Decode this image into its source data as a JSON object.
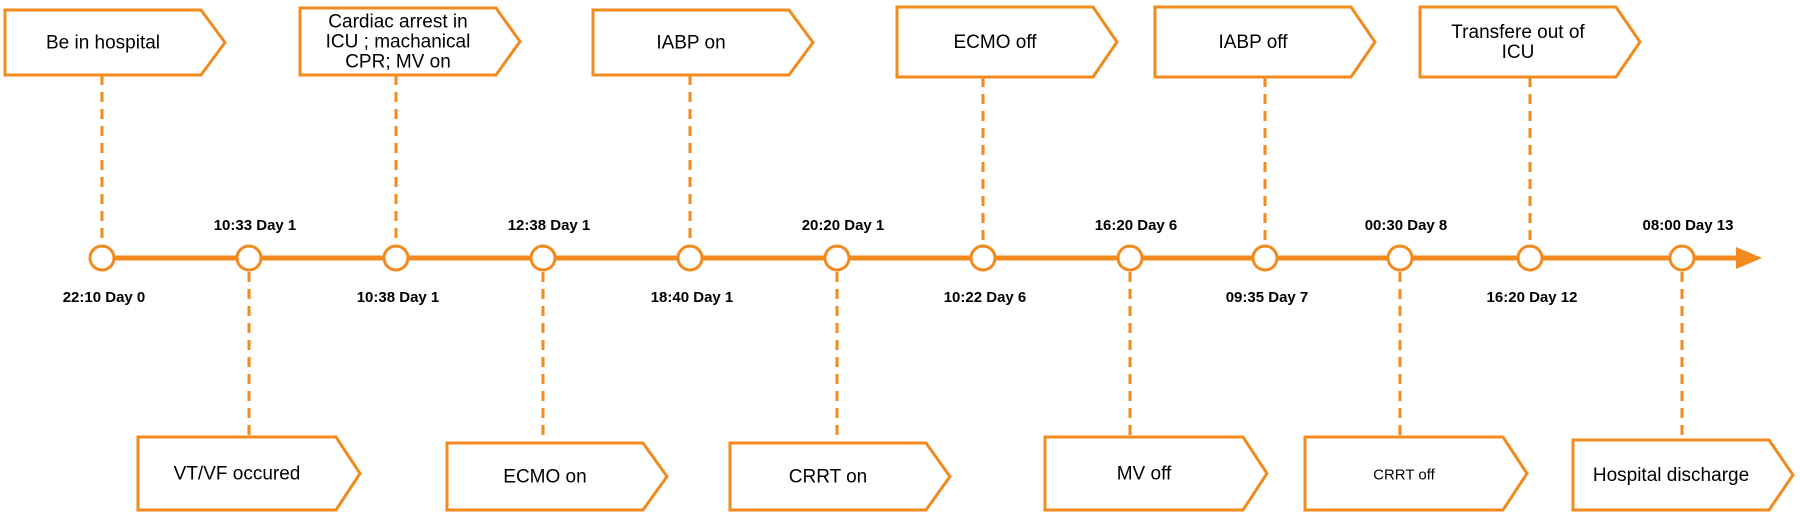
{
  "colors": {
    "accent": "#f28a1e",
    "text": "#000000",
    "background": "#ffffff"
  },
  "events": [
    {
      "time": "22:10 Day 0",
      "label": [
        "Be in hospital"
      ]
    },
    {
      "time": "10:33 Day 1",
      "label": [
        "VT/VF occured"
      ]
    },
    {
      "time": "10:38 Day 1",
      "label": [
        "Cardiac arrest in",
        "ICU ; machanical",
        "CPR; MV on"
      ]
    },
    {
      "time": "12:38 Day 1",
      "label": [
        "ECMO on"
      ]
    },
    {
      "time": "18:40 Day 1",
      "label": [
        "IABP on"
      ]
    },
    {
      "time": "20:20 Day 1",
      "label": [
        "CRRT on"
      ]
    },
    {
      "time": "10:22 Day 6",
      "label": [
        "ECMO off"
      ]
    },
    {
      "time": "16:20 Day 6",
      "label": [
        "MV off"
      ]
    },
    {
      "time": "09:35 Day 7",
      "label": [
        "IABP off"
      ]
    },
    {
      "time": "00:30 Day 8",
      "label": [
        "CRRT off"
      ]
    },
    {
      "time": "16:20 Day 12",
      "label": [
        "Transfere out of",
        "ICU"
      ]
    },
    {
      "time": "08:00 Day 13",
      "label": [
        "Hospital discharge"
      ]
    }
  ]
}
